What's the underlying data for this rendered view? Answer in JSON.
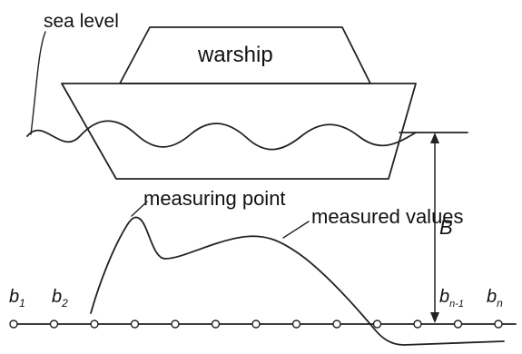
{
  "labels": {
    "sea_level": "sea level",
    "warship": "warship",
    "measuring_point": "measuring point",
    "measured_values": "measured values",
    "magnitude_symbol": "B"
  },
  "measuring_points": {
    "first": {
      "symbol": "b",
      "subscript": "1"
    },
    "second": {
      "symbol": "b",
      "subscript": "2"
    },
    "second_last": {
      "symbol": "b",
      "subscript": "n-1"
    },
    "last": {
      "symbol": "b",
      "subscript": "n"
    }
  },
  "colors": {
    "line": "#222222",
    "text": "#111111",
    "background": "#ffffff"
  }
}
